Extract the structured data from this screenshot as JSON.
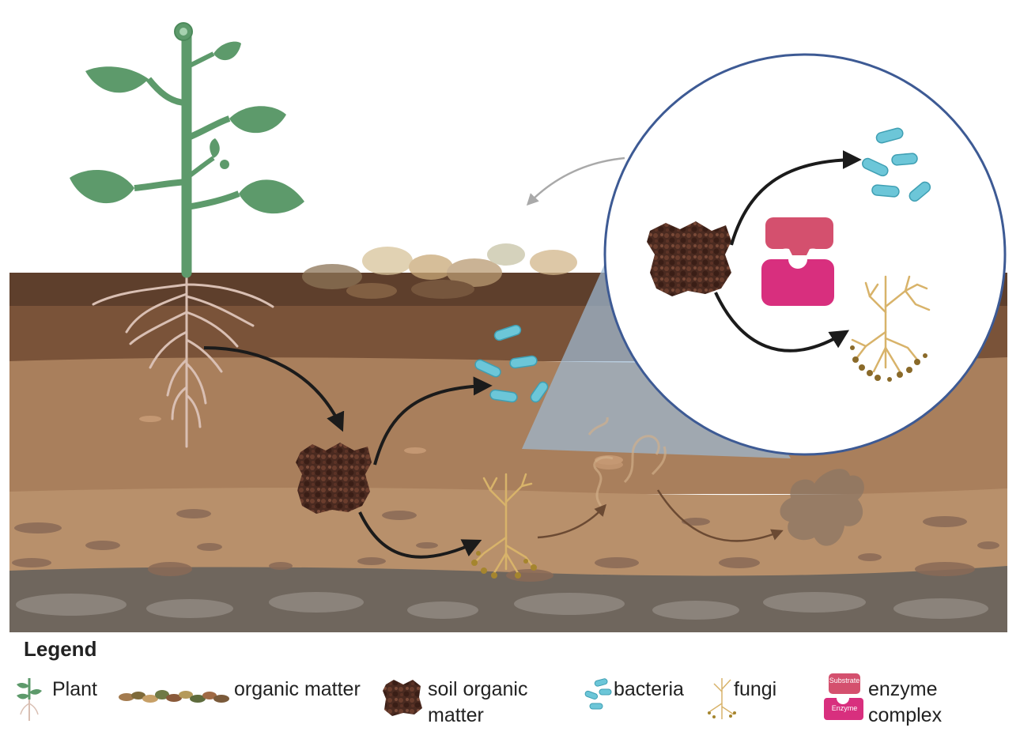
{
  "legend": {
    "title": "Legend",
    "items": [
      {
        "icon": "plant-icon",
        "label": "Plant"
      },
      {
        "icon": "organic-matter-icon",
        "label": "organic matter"
      },
      {
        "icon": "soil-organic-matter-icon",
        "label_line1": "soil organic",
        "label_line2": "matter"
      },
      {
        "icon": "bacteria-icon",
        "label": "bacteria"
      },
      {
        "icon": "fungi-icon",
        "label": "fungi"
      },
      {
        "icon": "enzyme-complex-icon",
        "label_line1": "enzyme",
        "label_line2": "complex",
        "substrate_text": "Substrate",
        "enzyme_text": "Enzyme"
      }
    ]
  },
  "colors": {
    "soil_dark": "#5e3f2c",
    "soil_mid": "#8a6244",
    "soil_light": "#b08661",
    "soil_bedrock": "#6f665d",
    "plant_green": "#5d9a6b",
    "root": "#d9bfb3",
    "soil_organic_matter": "#4a2a20",
    "bacteria": "#6cc6d8",
    "fungi": "#d8b36a",
    "enzyme_top": "#d4506e",
    "enzyme_bottom": "#d82f7e",
    "zoom_circle_border": "#3d5a94",
    "arrow": "#1b1b1b"
  }
}
